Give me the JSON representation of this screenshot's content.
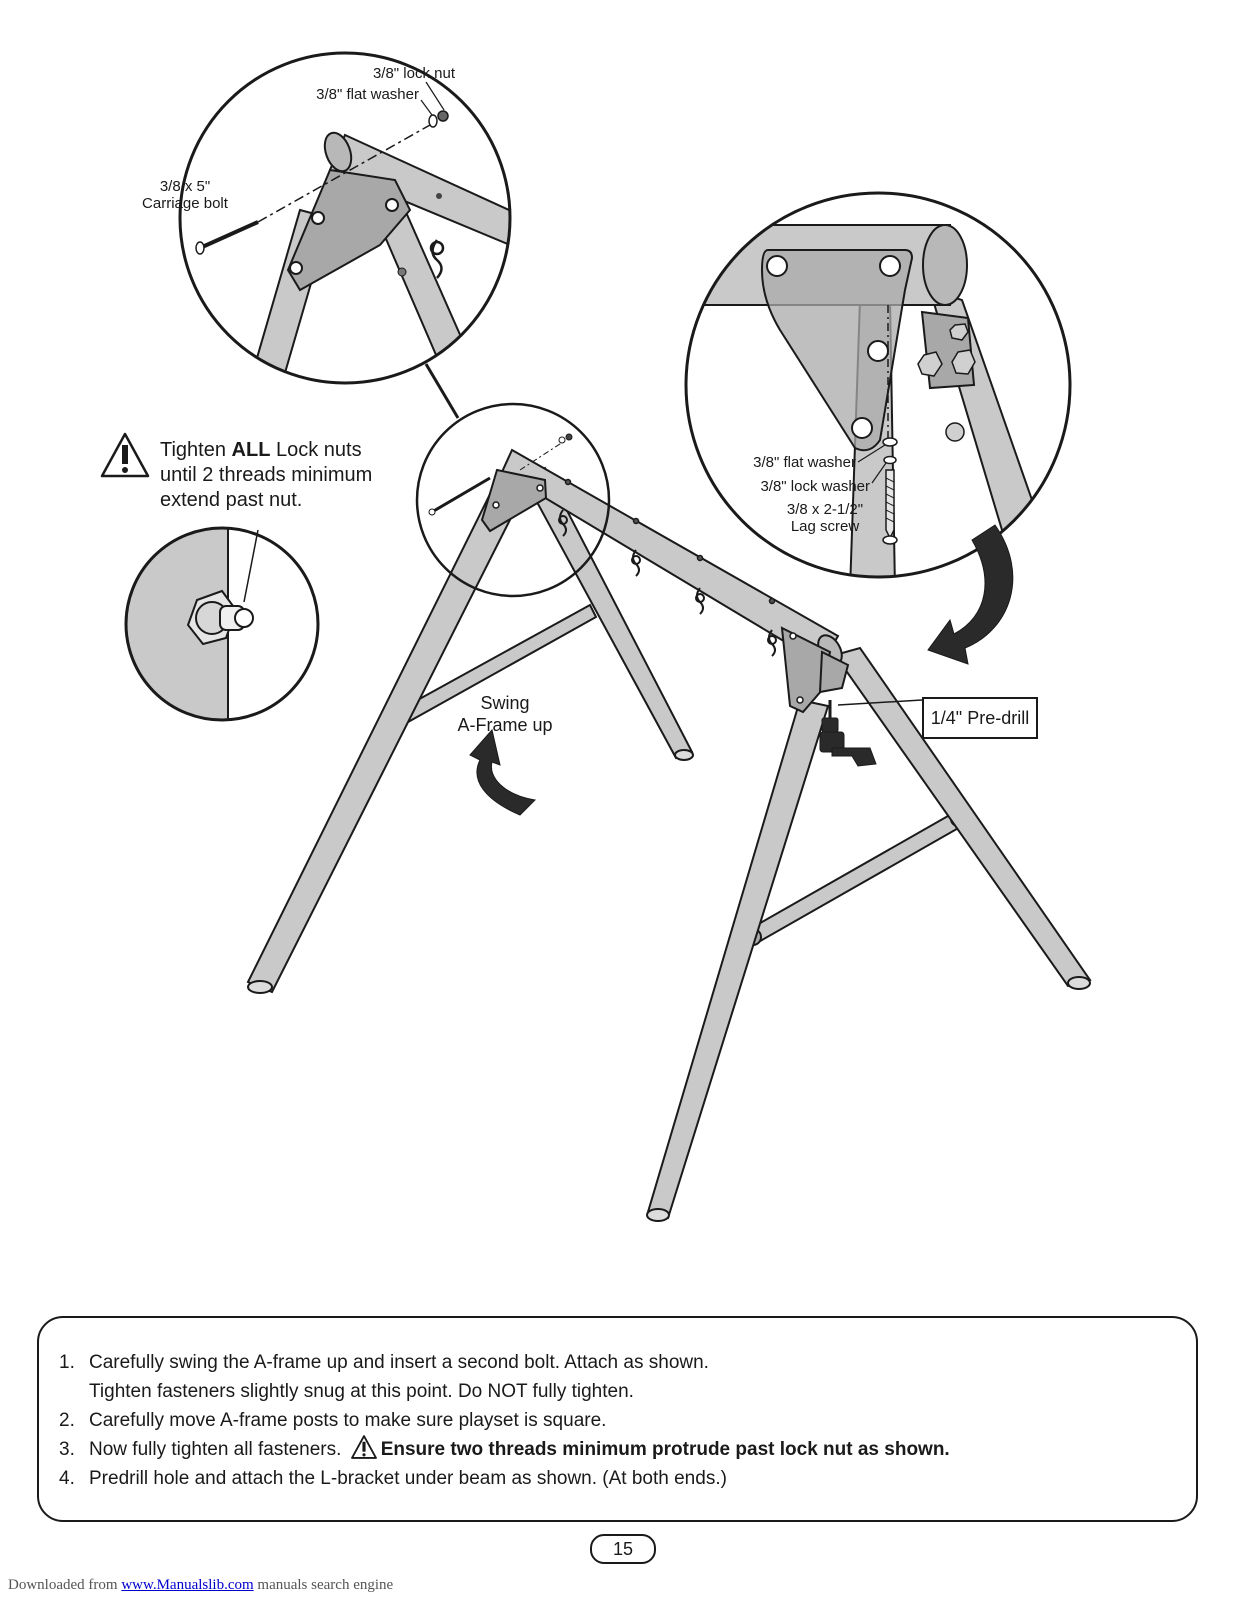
{
  "callouts": {
    "lock_nut": "3/8\" lock nut",
    "flat_washer_top": "3/8\" flat washer",
    "carriage_bolt": [
      "3/8 x 5\"",
      "Carriage bolt"
    ],
    "flat_washer_right": "3/8\" flat washer",
    "lock_washer_right": "3/8\" lock washer",
    "lag_screw": [
      "3/8 x 2-1/2\"",
      "Lag screw"
    ],
    "predrill": "1/4\" Pre-drill",
    "swing_aframe": [
      "Swing",
      "A-Frame up"
    ]
  },
  "warning": {
    "prefix": "Tighten ",
    "emphasis": "ALL",
    "suffix": " Lock nuts",
    "line2": "until 2 threads minimum",
    "line3": "extend past nut."
  },
  "instructions": [
    {
      "num": "1.",
      "line1": "Carefully swing the A-frame up and insert a second bolt. Attach as shown.",
      "line2": "Tighten fasteners slightly snug at this point. Do NOT fully tighten."
    },
    {
      "num": "2.",
      "line1": "Carefully move A-frame posts to make sure playset is square."
    },
    {
      "num": "3.",
      "line1": "Now fully tighten all fasteners.",
      "bold": "Ensure two threads minimum protrude past lock nut as shown."
    },
    {
      "num": "4.",
      "line1": "Predrill hole and attach the L-bracket under beam as shown. (At both ends.)"
    }
  ],
  "page_number": "15",
  "footer": {
    "prefix": "Downloaded from ",
    "link": "www.Manualslib.com",
    "suffix": " manuals search engine"
  }
}
